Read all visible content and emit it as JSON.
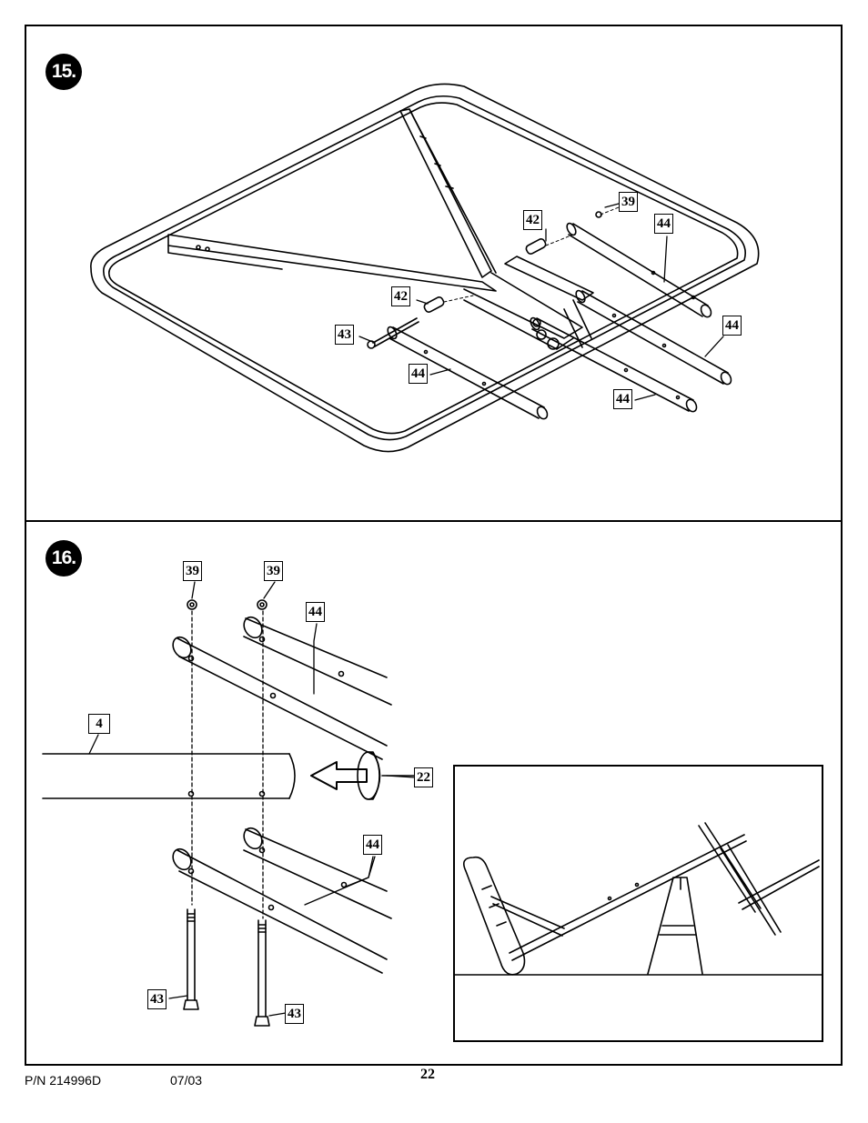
{
  "steps": [
    {
      "number": "15.",
      "labels": [
        "39",
        "42",
        "44",
        "42",
        "44",
        "43",
        "44",
        "44"
      ]
    },
    {
      "number": "16.",
      "labels": [
        "39",
        "39",
        "44",
        "4",
        "22",
        "44",
        "43",
        "43"
      ]
    }
  ],
  "footer": {
    "part_number": "P/N 214996D",
    "date": "07/03",
    "page": "22"
  }
}
